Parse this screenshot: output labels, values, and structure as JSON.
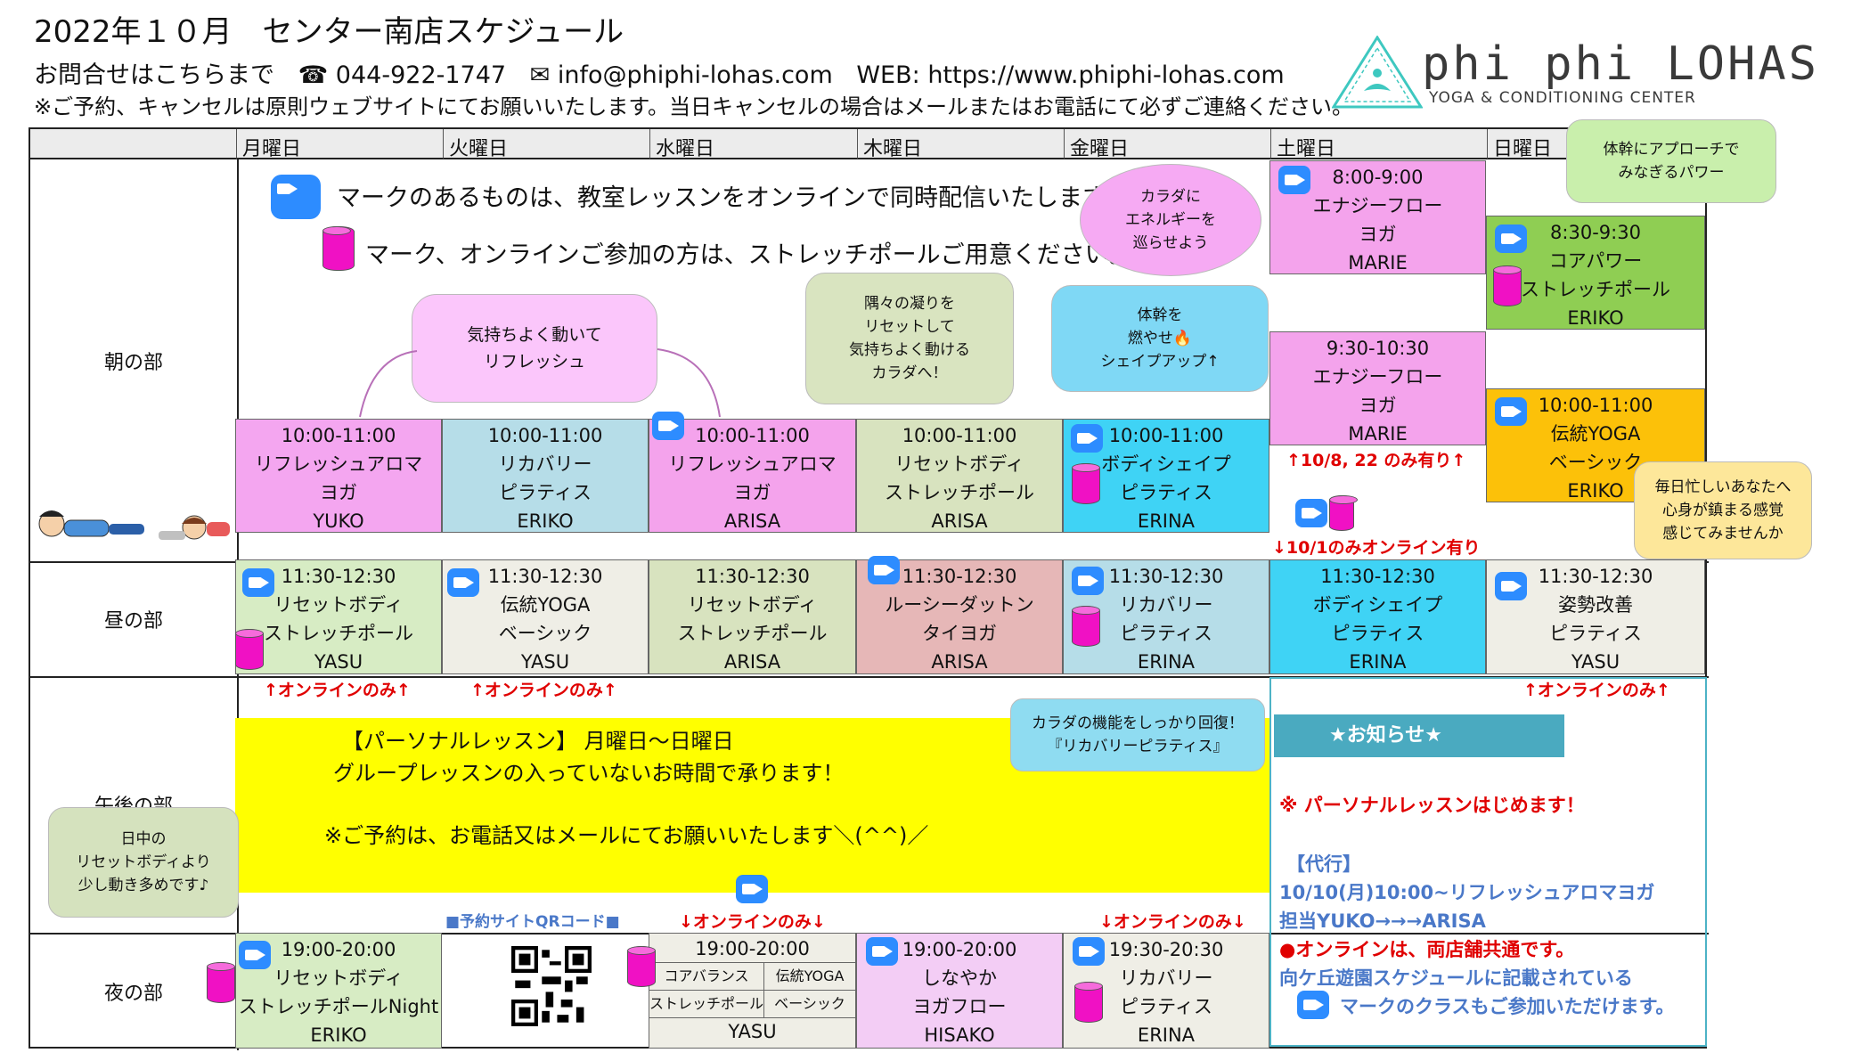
{
  "header": {
    "title": "2022年１０月　センター南店スケジュール",
    "contact_label": "お問合せはこちらまで",
    "phone": "☎ 044-922-1747",
    "email": "✉ info@phiphi-lohas.com",
    "web": "WEB: https://www.phiphi-lohas.com",
    "note": "※ご予約、キャンセルは原則ウェブサイトにてお願いいたします。当日キャンセルの場合はメールまたはお電話にて必ずご連絡ください。"
  },
  "logo": {
    "name": "phi phi LOHAS",
    "sub": "YOGA & CONDITIONING CENTER"
  },
  "days": [
    "月曜日",
    "火曜日",
    "水曜日",
    "木曜日",
    "金曜日",
    "土曜日",
    "日曜日"
  ],
  "rows": [
    "朝の部",
    "昼の部",
    "午後の部",
    "夜の部"
  ],
  "legend": {
    "zoom_text": "マークのあるものは、教室レッスンをオンラインで同時配信いたします。",
    "pole_text": "マーク、オンラインご参加の方は、ストレッチポールご用意ください。"
  },
  "morning": {
    "mon": [
      "10:00-11:00",
      "リフレッシュアロマ",
      "ヨガ",
      "YUKO"
    ],
    "tue": [
      "10:00-11:00",
      "リカバリー",
      "ピラティス",
      "ERIKO"
    ],
    "wed": [
      "10:00-11:00",
      "リフレッシュアロマ",
      "ヨガ",
      "ARISA"
    ],
    "thu": [
      "10:00-11:00",
      "リセットボディ",
      "ストレッチポール",
      "ARISA"
    ],
    "fri": [
      "10:00-11:00",
      "ボディシェイプ",
      "ピラティス",
      "ERINA"
    ],
    "sat1": [
      "8:00-9:00",
      "エナジーフロー",
      "ヨガ",
      "MARIE"
    ],
    "sat2": [
      "9:30-10:30",
      "エナジーフロー",
      "ヨガ",
      "MARIE"
    ],
    "sun1": [
      "8:30-9:30",
      "コアパワー",
      "ストレッチポール",
      "ERIKO"
    ],
    "sun2": [
      "10:00-11:00",
      "伝統YOGA",
      "ベーシック",
      "ERIKO"
    ],
    "sat_note1": "↑10/8, 22 のみ有り↑",
    "sat_note2": "↓10/1のみオンライン有り"
  },
  "noon": {
    "mon": [
      "11:30-12:30",
      "リセットボディ",
      "ストレッチポール",
      "YASU"
    ],
    "tue": [
      "11:30-12:30",
      "伝統YOGA",
      "ベーシック",
      "YASU"
    ],
    "wed": [
      "11:30-12:30",
      "リセットボディ",
      "ストレッチポール",
      "ARISA"
    ],
    "thu": [
      "11:30-12:30",
      "ルーシーダットン",
      "タイヨガ",
      "ARISA"
    ],
    "fri": [
      "11:30-12:30",
      "リカバリー",
      "ピラティス",
      "ERINA"
    ],
    "sat": [
      "11:30-12:30",
      "ボディシェイプ",
      "ピラティス",
      "ERINA"
    ],
    "sun": [
      "11:30-12:30",
      "姿勢改善",
      "ピラティス",
      "YASU"
    ]
  },
  "online_only_up": "↑オンラインのみ↑",
  "online_only_down": "↓オンラインのみ↓",
  "personal": {
    "line1": "【パーソナルレッスン】 月曜日～日曜日",
    "line2": "グループレッスンの入っていないお時間で承ります！",
    "line3": "※ご予約は、お電話又はメールにてお願いいたします＼(^^)／"
  },
  "qr_label": "■予約サイトQRコード■",
  "notice": {
    "title": "★お知らせ★",
    "l1": "※ パーソナルレッスンはじめます！",
    "l2": "【代行】",
    "l3": "10/10(月)10:00~リフレッシュアロマヨガ",
    "l4": "担当YUKO→→→ARISA",
    "l5": "●オンラインは、両店舗共通です。",
    "l6": "向ケ丘遊園スケジュールに記載されている",
    "l7": "マークのクラスもご参加いただけます。"
  },
  "night": {
    "mon": [
      "19:00-20:00",
      "リセットボディ",
      "ストレッチポールNight",
      "ERIKO"
    ],
    "wed_time": "19:00-20:00",
    "wed_a1": "コアバランス",
    "wed_a2": "ストレッチポール",
    "wed_b1": "伝統YOGA",
    "wed_b2": "ベーシック",
    "wed_name": "YASU",
    "thu": [
      "19:00-20:00",
      "しなやか",
      "ヨガフロー",
      "HISAKO"
    ],
    "fri": [
      "19:30-20:30",
      "リカバリー",
      "ピラティス",
      "ERINA"
    ]
  },
  "bubbles": {
    "b1": [
      "気持ちよく動いて",
      "リフレッシュ"
    ],
    "b2": [
      "隅々の凝りを",
      "リセットして",
      "気持ちよく動ける",
      "カラダへ！"
    ],
    "b3": [
      "体幹を",
      "燃やせ🔥",
      "シェイプアップ↑"
    ],
    "b4": [
      "カラダに",
      "エネルギーを",
      "巡らせよう"
    ],
    "b5": [
      "体幹にアプローチで",
      "みなぎるパワー"
    ],
    "b6": [
      "毎日忙しいあなたへ",
      "心身が鎮まる感覚",
      "感じてみませんか"
    ],
    "b7": [
      "カラダの機能をしっかり回復！",
      "『リカバリーピラティス』"
    ],
    "b8": [
      "日中の",
      "リセットボディより",
      "少し動き多めです♪"
    ]
  }
}
